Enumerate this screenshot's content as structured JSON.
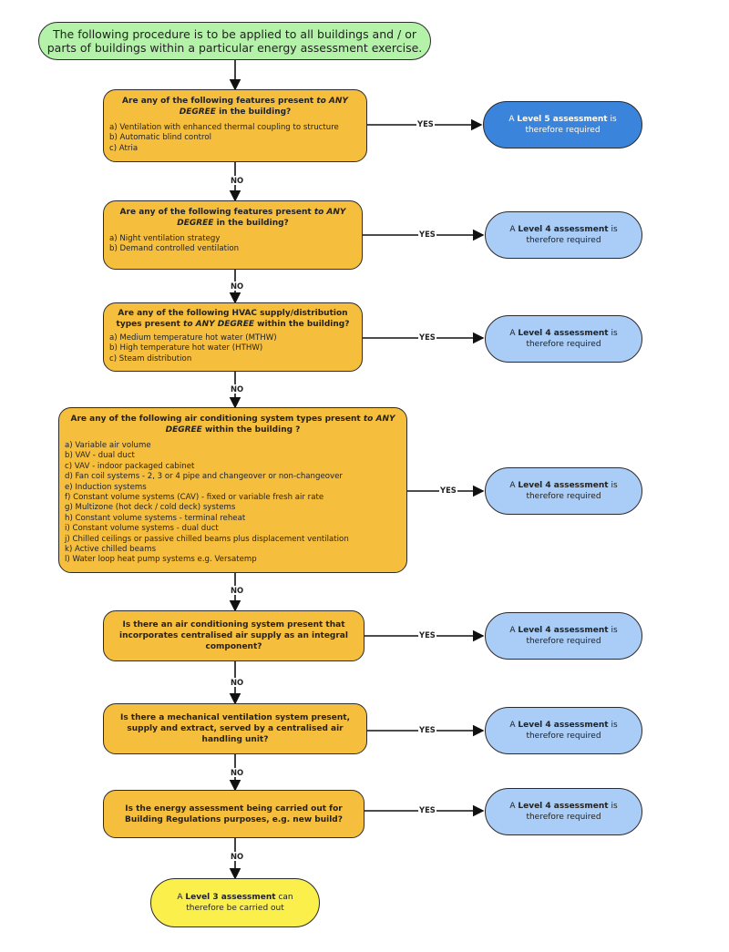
{
  "start": "The following procedure is to be applied to all buildings and / or parts of buildings within a particular energy assessment exercise.",
  "decisions": [
    {
      "question": [
        "Are any of the following features present ",
        "to ANY DEGREE",
        " in the building?"
      ],
      "options": [
        "a) Ventilation with enhanced thermal coupling to structure",
        "b) Automatic blind control",
        "c) Atria"
      ],
      "outcome": [
        "A ",
        "Level 5 assessment",
        " is",
        "therefore required"
      ]
    },
    {
      "question": [
        "Are any of the following features present ",
        "to ANY DEGREE",
        " in the building?"
      ],
      "options": [
        "a) Night ventilation strategy",
        "b) Demand controlled ventilation"
      ],
      "outcome": [
        "A ",
        "Level 4 assessment",
        " is",
        "therefore required"
      ]
    },
    {
      "question": [
        "Are any of the following HVAC supply/distribution types present ",
        "to ANY DEGREE",
        " within the building?"
      ],
      "options": [
        "a) Medium temperature hot water (MTHW)",
        "b) High temperature hot water (HTHW)",
        "c) Steam distribution"
      ],
      "outcome": [
        "A ",
        "Level 4 assessment",
        " is",
        "therefore required"
      ]
    },
    {
      "question": [
        "Are any of the following air conditioning system types present ",
        "to ANY DEGREE",
        "  within the building ?"
      ],
      "options": [
        "a) Variable air volume",
        "b) VAV - dual duct",
        "c) VAV - indoor packaged cabinet",
        "d) Fan coil systems - 2, 3 or 4 pipe and changeover or non-changeover",
        "e) Induction systems",
        "f) Constant volume systems (CAV) - fixed or variable fresh air rate",
        "g) Multizone (hot deck / cold deck) systems",
        "h) Constant volume systems - terminal reheat",
        "i) Constant volume systems - dual duct",
        "j) Chilled ceilings or passive chilled beams plus displacement ventilation",
        "k) Active chilled beams",
        "l) Water loop heat pump systems e.g. Versatemp"
      ],
      "outcome": [
        "A ",
        "Level 4 assessment",
        " is",
        "therefore required"
      ]
    },
    {
      "question": [
        "Is there an air conditioning system present that incorporates centralised air supply as an integral component?",
        "",
        ""
      ],
      "options": [],
      "outcome": [
        "A ",
        "Level 4 assessment",
        " is",
        "therefore required"
      ]
    },
    {
      "question": [
        "Is there a mechanical ventilation system present, supply and extract, served by a centralised air handling unit?",
        "",
        ""
      ],
      "options": [],
      "outcome": [
        "A ",
        "Level 4 assessment",
        " is",
        "therefore required"
      ]
    },
    {
      "question": [
        "Is the energy assessment being carried out for Building Regulations purposes, e.g. new build?",
        "",
        ""
      ],
      "options": [],
      "outcome": [
        "A ",
        "Level 4 assessment",
        " is",
        "therefore required"
      ]
    }
  ],
  "final": [
    "A ",
    "Level 3 assessment",
    " can",
    "therefore be carried out"
  ],
  "yes_label": "YES",
  "no_label": "NO",
  "colors": {
    "decision": "#f6be3d",
    "level5": "#3a84dc",
    "level4": "#a9cdf6",
    "level3": "#fbf04b",
    "start": "#b4f2a9"
  }
}
